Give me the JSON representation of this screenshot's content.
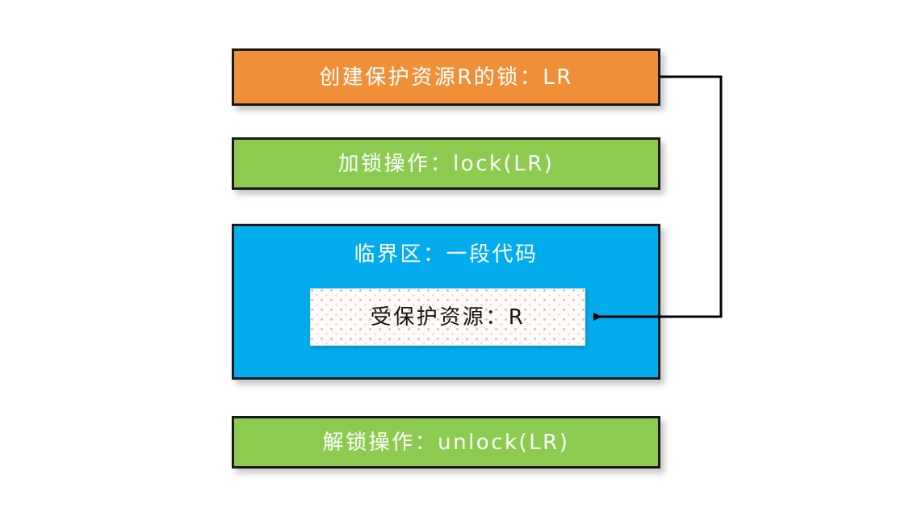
{
  "diagram": {
    "title": "lock-critical-section-flow",
    "background": "#ffffff",
    "colors": {
      "orange": "#ef9038",
      "green": "#8dcb50",
      "blue": "#03acec",
      "inner_box": "#fefcfb",
      "dot_pattern": "#f3b49a",
      "border": "#1a1a1a",
      "label_text": "#ffffff",
      "inner_label_text": "#141414",
      "connector": "#000000"
    },
    "boxes": [
      {
        "id": "create-lock",
        "label": "创建保护资源R的锁：LR",
        "fill": "#ef9038"
      },
      {
        "id": "lock-op",
        "label": "加锁操作：lock(LR)",
        "fill": "#8dcb50"
      },
      {
        "id": "critical-section",
        "label": "临界区：一段代码",
        "fill": "#03acec"
      },
      {
        "id": "protected-resource",
        "label": "受保护资源：R",
        "fill": "#fefcfb"
      },
      {
        "id": "unlock-op",
        "label": "解锁操作：unlock(LR)",
        "fill": "#8dcb50"
      }
    ],
    "connector": {
      "name": "lock-to-resource-arrow",
      "from": "create-lock",
      "to": "protected-resource",
      "arrowhead": "left",
      "style": "orthogonal"
    }
  }
}
